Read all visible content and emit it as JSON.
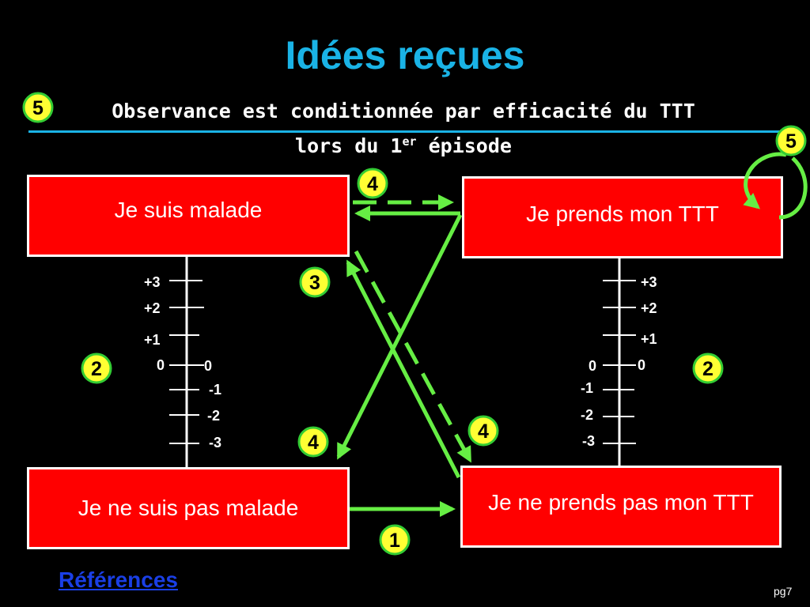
{
  "title": "Idées reçues",
  "subtitle": {
    "line1": "Observance est conditionnée par efficacité du TTT",
    "line2_pre": "lors du 1",
    "line2_sup": "er",
    "line2_post": " épisode"
  },
  "boxes": {
    "malade": "Je suis malade",
    "prends": "Je prends mon TTT",
    "pas_malade": "Je ne suis pas malade",
    "pas_prends": "Je ne prends pas mon TTT"
  },
  "scale_left": {
    "top": [
      "+3",
      "+2",
      "+1"
    ],
    "zero_left": "0",
    "zero_right": "0",
    "bottom": [
      "-1",
      "-2",
      "-3"
    ]
  },
  "scale_right": {
    "top": [
      "+3",
      "+2",
      "+1"
    ],
    "zero_left": "0",
    "zero_right": "0",
    "bottom": [
      "-1",
      "-2",
      "-3"
    ]
  },
  "badges": {
    "b5_left": "5",
    "b5_right": "5",
    "b4_top": "4",
    "b3": "3",
    "b2_left": "2",
    "b2_right": "2",
    "b4_bottom_left": "4",
    "b4_bottom_right": "4",
    "b1": "1"
  },
  "colors": {
    "title": "#1ab3e6",
    "box": "#ff0000",
    "arrow": "#66ee44",
    "badge": "#ffff33",
    "badge_border": "#33cc33",
    "link": "#1a3fe6"
  },
  "footer": {
    "references": "Références",
    "page": "pg7"
  }
}
